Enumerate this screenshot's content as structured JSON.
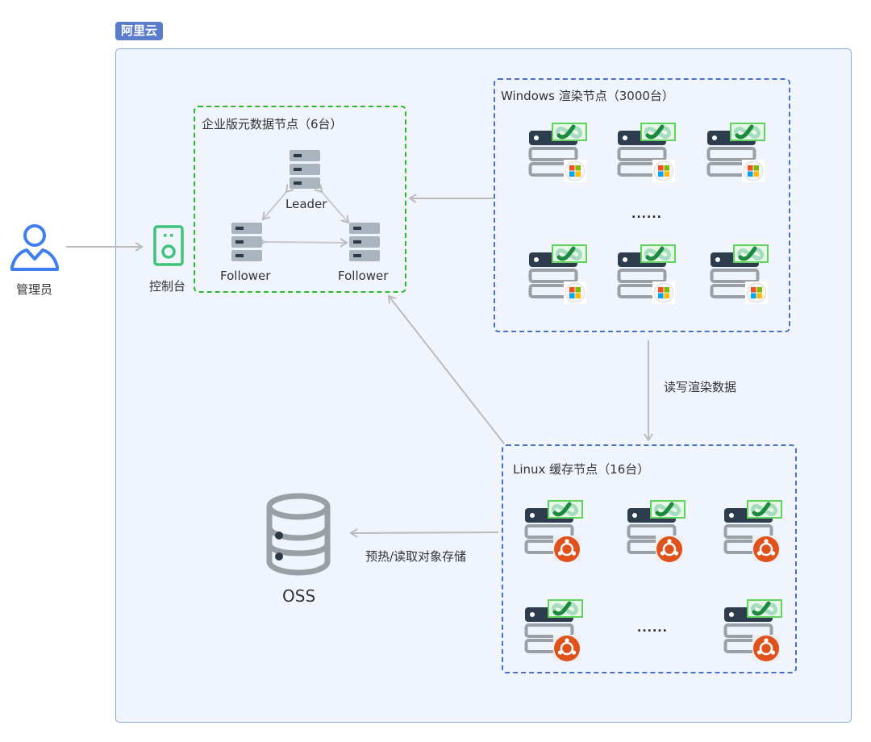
{
  "cloud": {
    "label": "阿里云"
  },
  "actors": {
    "admin": {
      "label": "管理员",
      "icon": "user-icon"
    },
    "console": {
      "label": "控制台",
      "icon": "console-icon"
    }
  },
  "metadata_cluster": {
    "title": "企业版元数据节点（6台）",
    "nodes": [
      {
        "role": "Leader"
      },
      {
        "role": "Follower"
      },
      {
        "role": "Follower"
      }
    ]
  },
  "windows_cluster": {
    "title": "Windows 渲染节点（3000台）",
    "ellipsis": "......",
    "node_count_shown": 6,
    "os_icon": "windows-logo-icon",
    "agent_icon": "juicefs-infinity-icon"
  },
  "linux_cluster": {
    "title": "Linux 缓存节点（16台）",
    "ellipsis": "......",
    "node_count_shown": 5,
    "os_icon": "ubuntu-logo-icon",
    "agent_icon": "juicefs-infinity-icon"
  },
  "storage": {
    "label": "OSS",
    "icon": "database-icon"
  },
  "edges": {
    "render_io": "读写渲染数据",
    "oss_io": "预热/读取对象存储"
  },
  "colors": {
    "cloud_tag": "#5b7ccc",
    "cloud_bg": "#f0f4fc",
    "meta_border": "#2eb82e",
    "cluster_border": "#4a72c4",
    "arrow": "#bcbcbc",
    "admin": "#3f7ef0",
    "console": "#3cc47a",
    "ubuntu": "#e0521c"
  }
}
